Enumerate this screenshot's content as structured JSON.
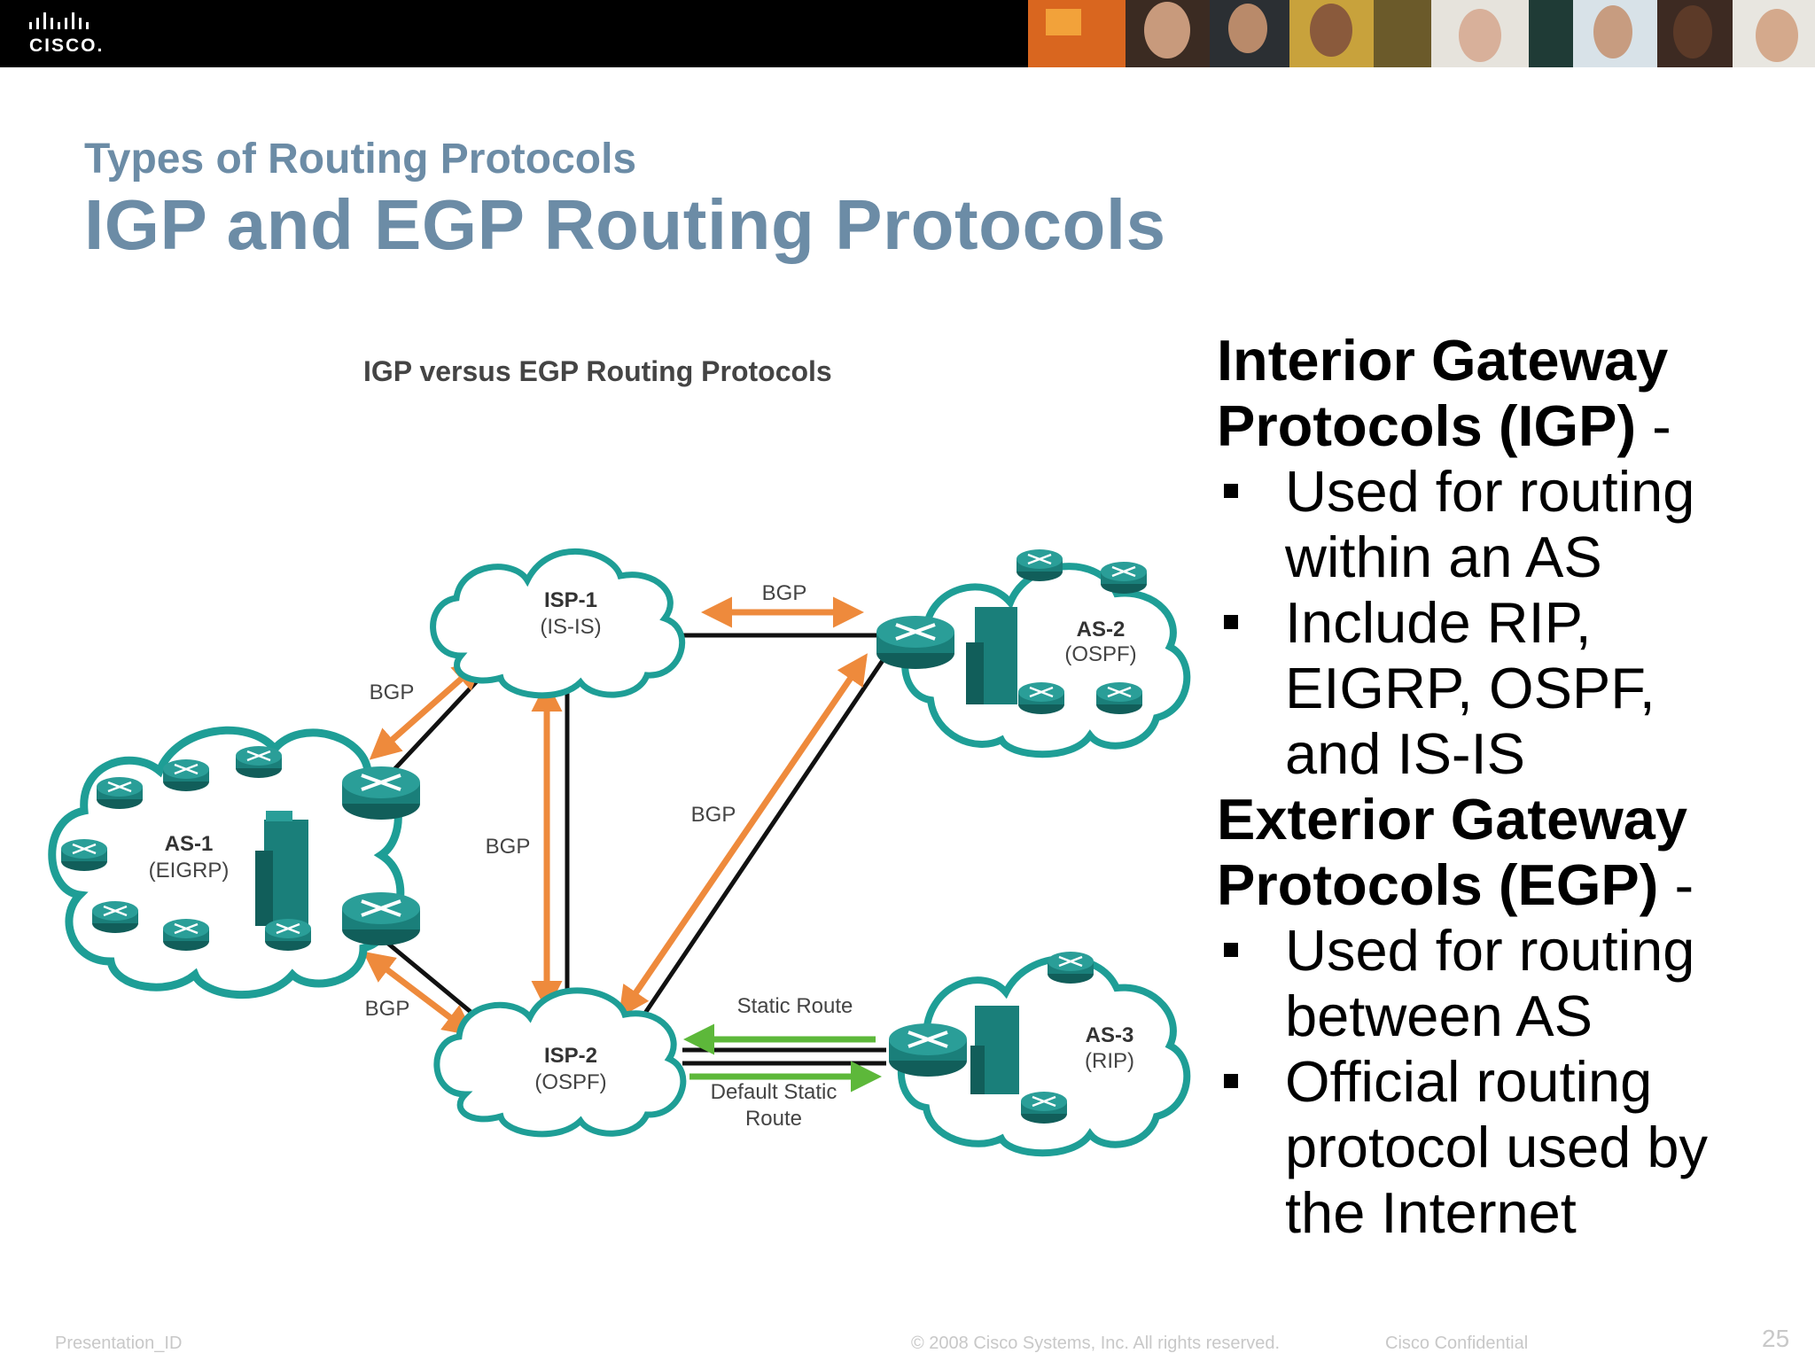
{
  "header": {
    "brand": "CISCO.",
    "logo_icon": "cisco-bridge-logo-icon"
  },
  "slide": {
    "subtitle": "Types of Routing Protocols",
    "title": "IGP and EGP Routing Protocols"
  },
  "diagram": {
    "caption": "IGP versus EGP Routing Protocols",
    "nodes": {
      "isp1": {
        "name": "ISP-1",
        "protocol": "(IS-IS)"
      },
      "isp2": {
        "name": "ISP-2",
        "protocol": "(OSPF)"
      },
      "as1": {
        "name": "AS-1",
        "protocol": "(EIGRP)"
      },
      "as2": {
        "name": "AS-2",
        "protocol": "(OSPF)"
      },
      "as3": {
        "name": "AS-3",
        "protocol": "(RIP)"
      }
    },
    "links": {
      "bgp_as1_isp1": "BGP",
      "bgp_isp1_isp2": "BGP",
      "bgp_isp1_as2": "BGP",
      "bgp_isp2_as2": "BGP",
      "bgp_as1_isp2": "BGP",
      "static_route": "Static Route",
      "default_static_line1": "Default Static",
      "default_static_line2": "Route"
    },
    "colors": {
      "cloud": "#1e9e96",
      "router": "#1a7f7a",
      "bgp_arrow": "#ee8a3c",
      "static_arrow": "#5db83a"
    }
  },
  "content": {
    "igp_head_bold_1": "Interior Gateway",
    "igp_head_bold_2": "Protocols (IGP)",
    "igp_head_dash": " -",
    "igp_bullets": [
      {
        "line1": "Used for routing",
        "line2": "within an AS"
      },
      {
        "line1": "Include RIP,",
        "line2": "EIGRP, OSPF,",
        "line3": "and IS-IS"
      }
    ],
    "egp_head_bold_1": "Exterior Gateway",
    "egp_head_bold_2": "Protocols (EGP)",
    "egp_head_dash": " -",
    "egp_bullets": [
      {
        "line1": "Used for routing",
        "line2": "between AS"
      },
      {
        "line1": "Official routing",
        "line2": "protocol used by",
        "line3": "the Internet"
      }
    ]
  },
  "footer": {
    "presentation_id": "Presentation_ID",
    "copyright": "© 2008 Cisco Systems, Inc. All rights reserved.",
    "confidential": "Cisco Confidential",
    "page_number": "25"
  }
}
